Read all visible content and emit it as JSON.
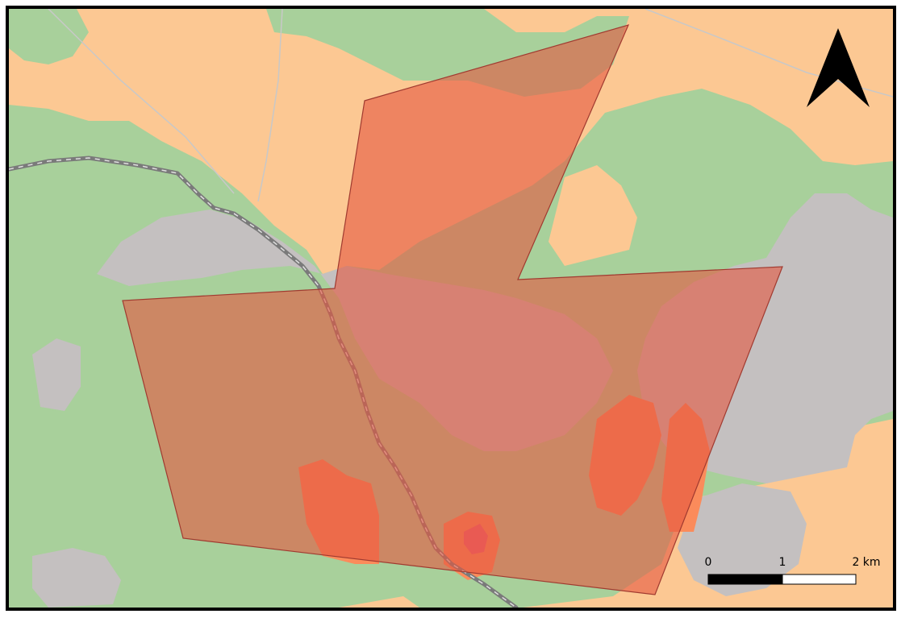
{
  "colors": {
    "background": "#ffffff",
    "frame": "#000000",
    "land_orange": "#fcc893",
    "land_green": "#a8d09b",
    "land_gray": "#c4c0c0",
    "land_bright_orange": "#fb8b5b",
    "land_pink": "#ef5f72",
    "rail": "#7a7a7a",
    "road": "#c8c8c8",
    "polygon_fill": "#e5573f",
    "polygon_stroke": "#a03a30",
    "north_arrow": "#000000",
    "scale_bar_dark": "#000000",
    "scale_bar_light": "#ffffff"
  },
  "layers": [
    {
      "name": "north-arrow-icon"
    },
    {
      "name": "study-area-polygon"
    },
    {
      "name": "railway-line"
    },
    {
      "name": "land-cover-raster"
    }
  ],
  "scale_bar": {
    "labels": [
      "0",
      "1",
      "2 km"
    ],
    "unit": "km",
    "values": [
      0,
      1,
      2
    ]
  }
}
